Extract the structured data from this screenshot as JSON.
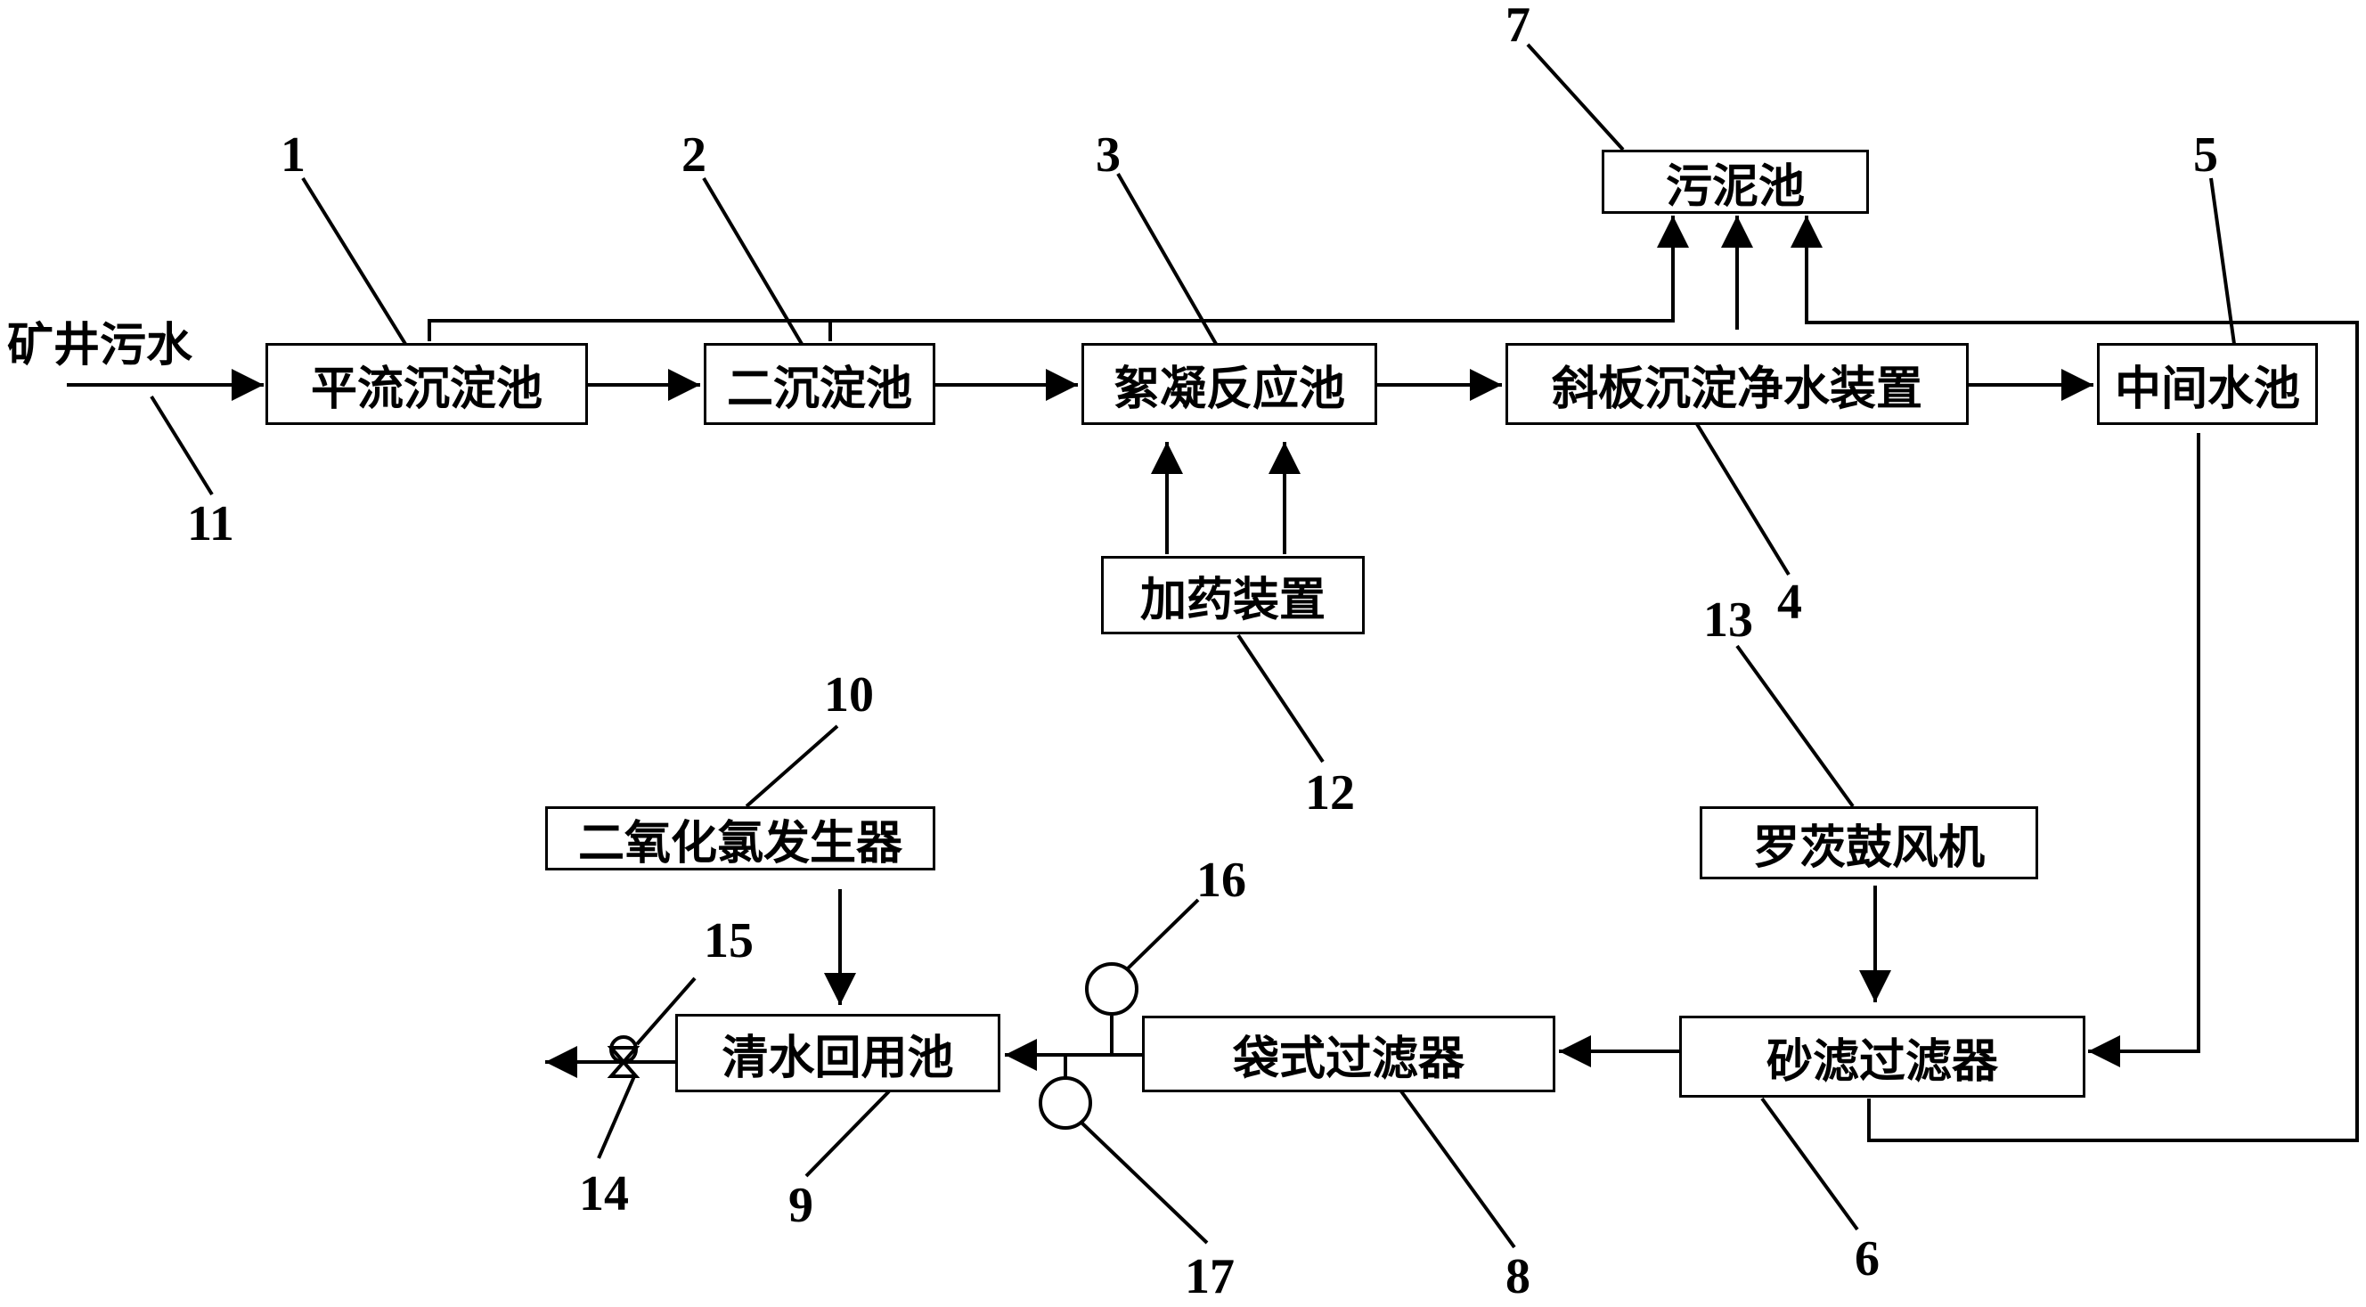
{
  "input_label": "矿井污水",
  "boxes": {
    "b1": "平流沉淀池",
    "b2": "二沉淀池",
    "b3": "絮凝反应池",
    "b4": "斜板沉淀净水装置",
    "b5": "中间水池",
    "b6": "砂滤过滤器",
    "b7": "污泥池",
    "b8": "袋式过滤器",
    "b9": "清水回用池",
    "b10": "二氧化氯发生器",
    "b12": "加药装置",
    "b13": "罗茨鼓风机"
  },
  "labels": {
    "n1": "1",
    "n2": "2",
    "n3": "3",
    "n4": "4",
    "n5": "5",
    "n6": "6",
    "n7": "7",
    "n8": "8",
    "n9": "9",
    "n10": "10",
    "n11": "11",
    "n12": "12",
    "n13": "13",
    "n14": "14",
    "n15": "15",
    "n16": "16",
    "n17": "17"
  }
}
